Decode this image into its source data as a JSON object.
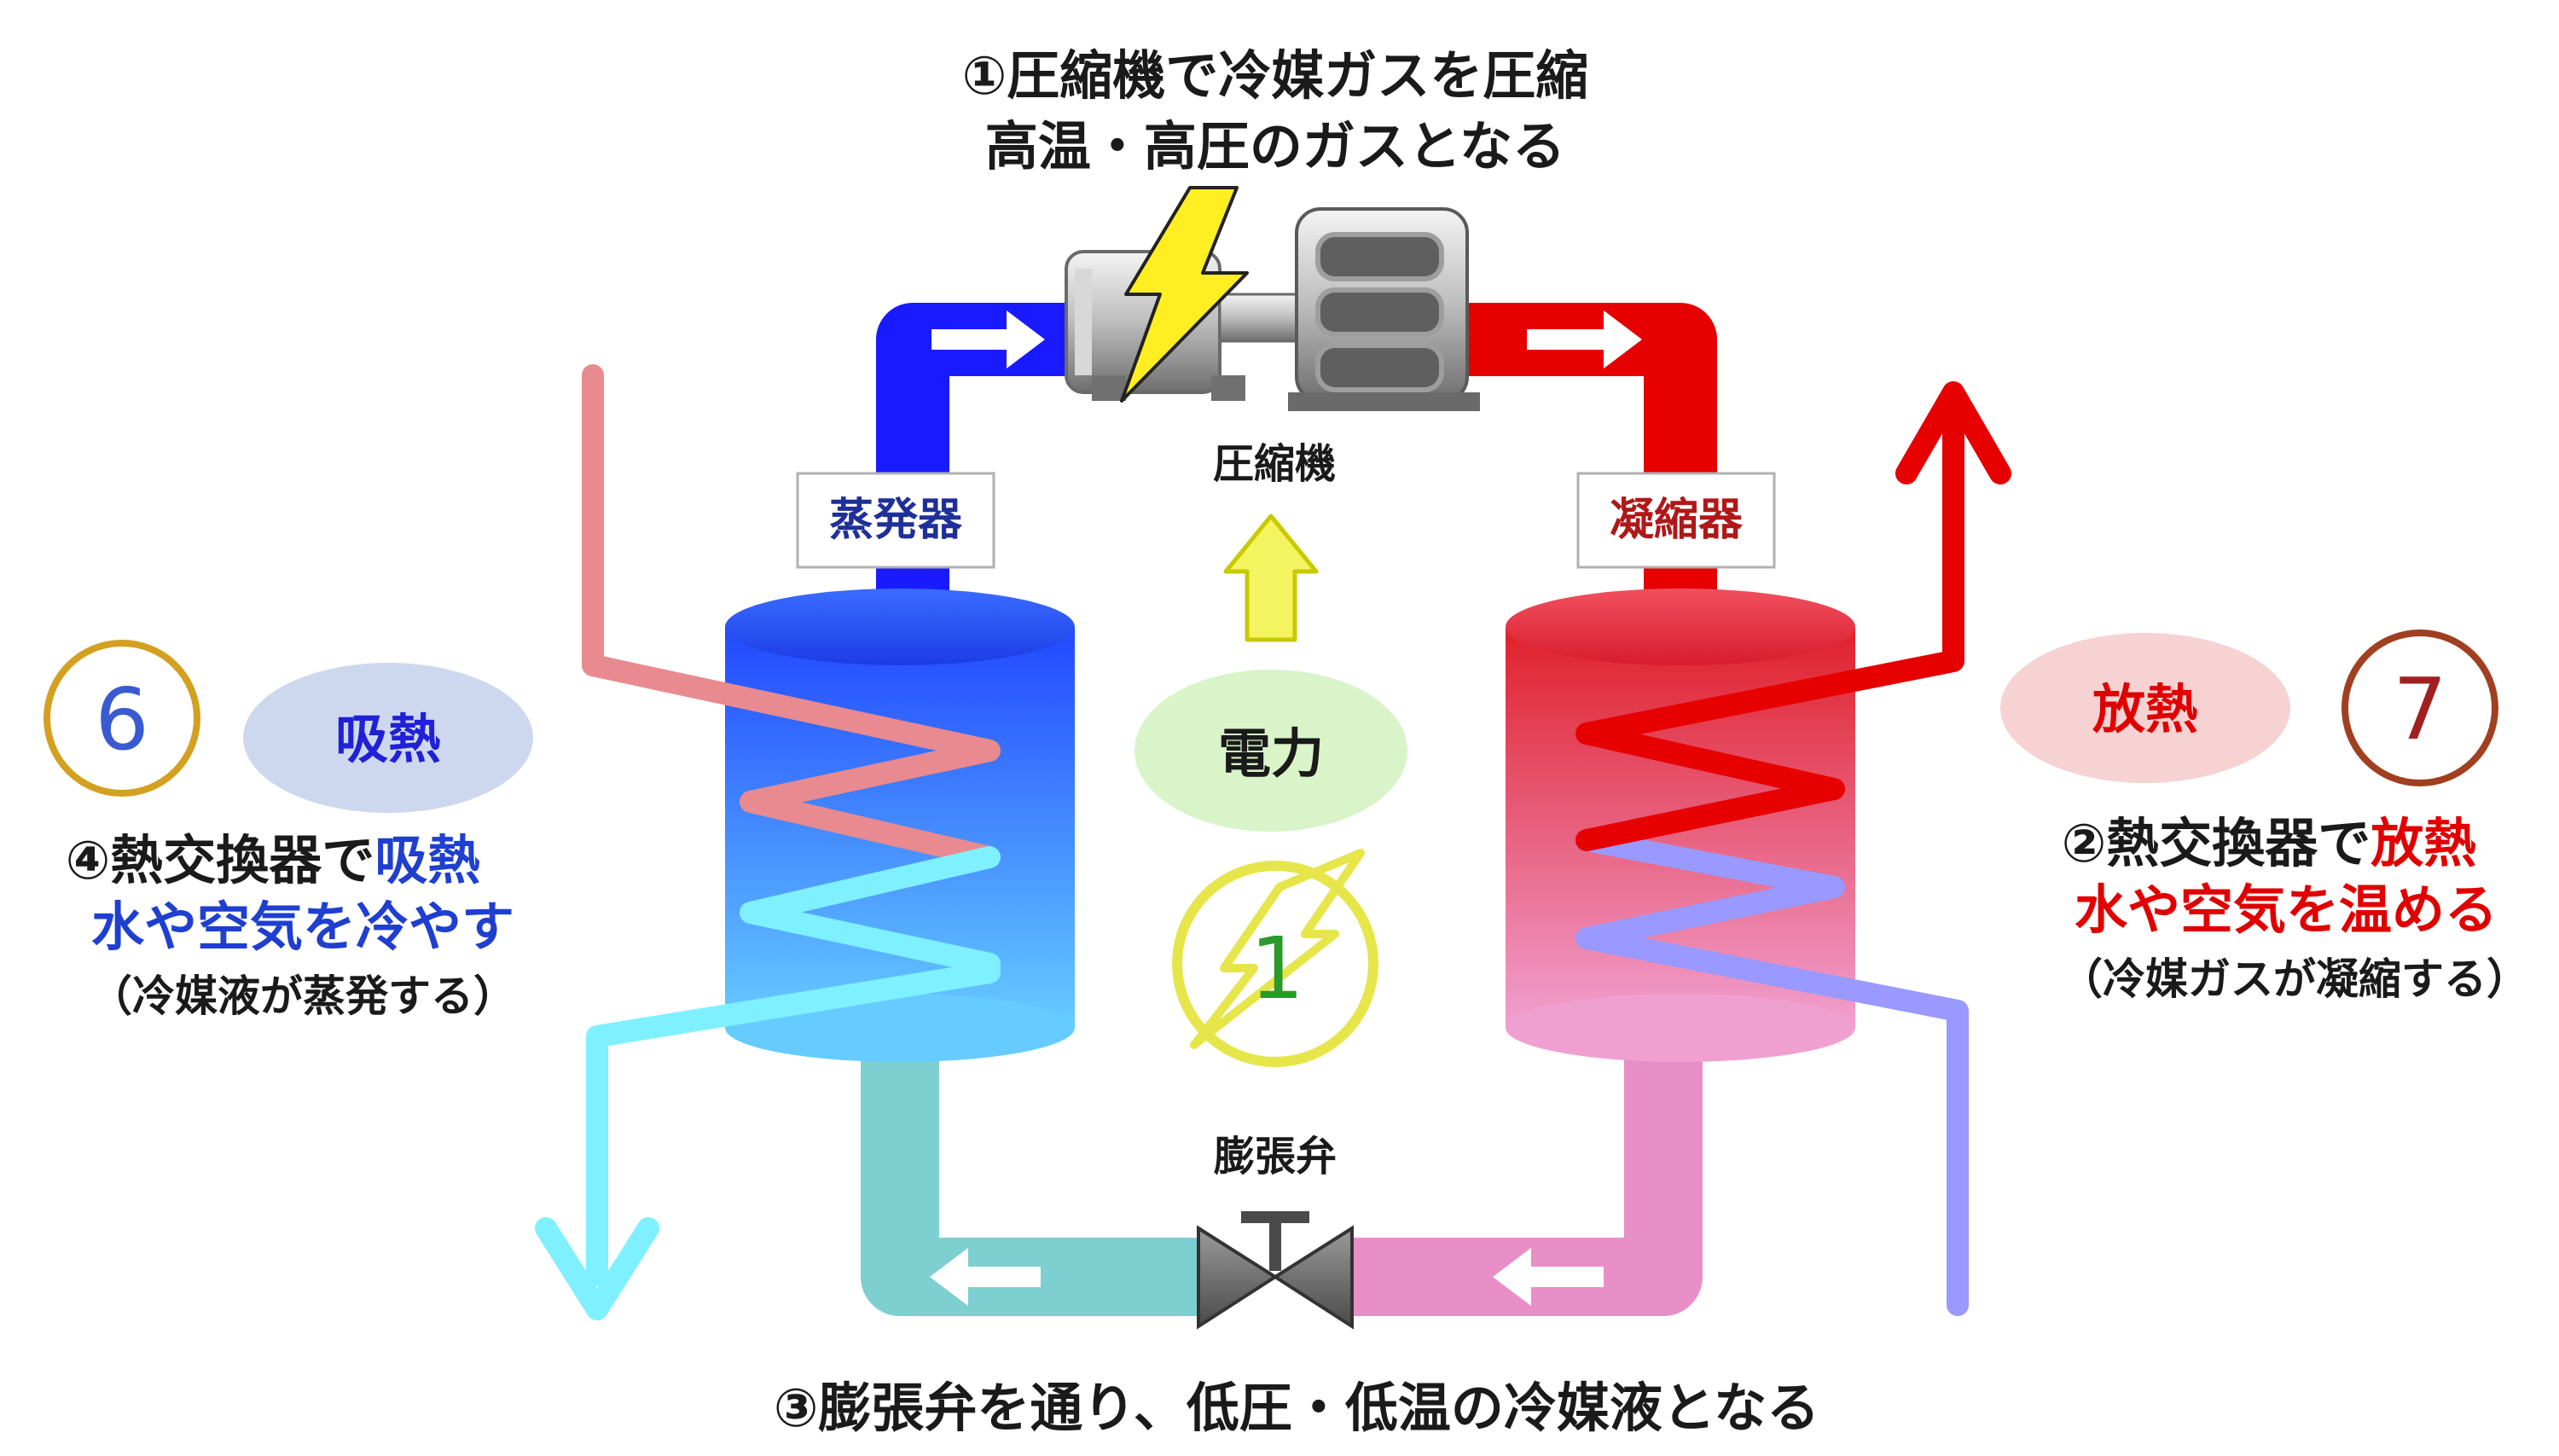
{
  "step1": {
    "line1": "①圧縮機で冷媒ガスを圧縮",
    "line2": "高温・高圧のガスとなる"
  },
  "compressor_label": "圧縮機",
  "evaporator_label": "蒸発器",
  "condenser_label": "凝縮器",
  "power": {
    "label": "電力",
    "meter_number": "1"
  },
  "expansion_valve_label": "膨張弁",
  "left": {
    "badge_number": "6",
    "bubble_label": "吸熱",
    "step4_prefix": "④熱交換器で",
    "step4_highlight": "吸熱",
    "line2": "水や空気を冷やす",
    "note": "（冷媒液が蒸発する）"
  },
  "right": {
    "badge_number": "7",
    "bubble_label": "放熱",
    "step2_prefix": "②熱交換器で",
    "step2_highlight": "放熱",
    "line2": "水や空気を温める",
    "note": "（冷媒ガスが凝縮する）"
  },
  "step3": "③膨張弁を通り、低圧・低温の冷媒液となる",
  "colors": {
    "cold_pipe": "#1a1aff",
    "hot_pipe": "#e60000",
    "liquid_cold": "#7ecfcf",
    "liquid_warm": "#e88fc8",
    "text_dark": "#1a1a1a",
    "text_blue": "#1f3fd0",
    "text_red": "#e00000",
    "badge_6": "#d4a020",
    "badge_7": "#a04020"
  },
  "icons": [
    "lightning-icon",
    "compressor-motor-icon",
    "up-arrow-icon",
    "meter-icon",
    "valve-icon"
  ]
}
